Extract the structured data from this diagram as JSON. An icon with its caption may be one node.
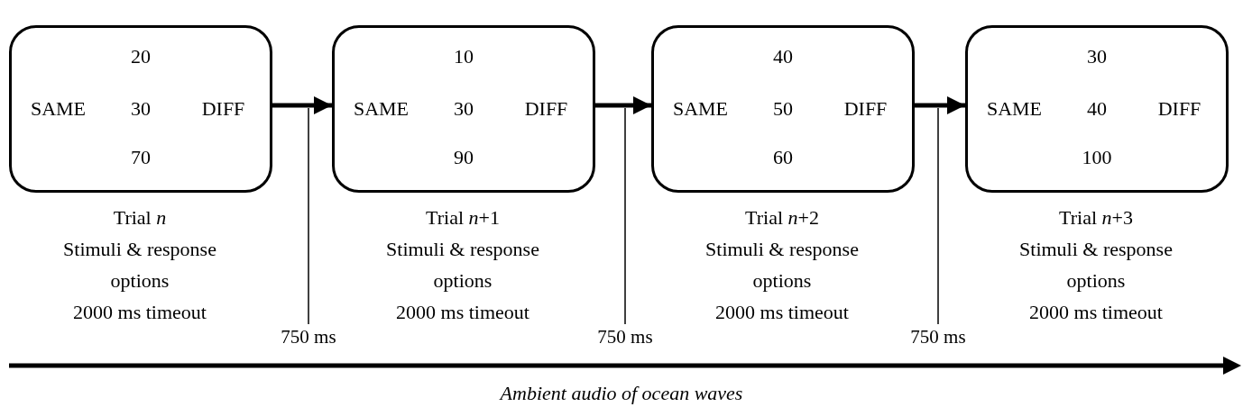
{
  "diagram": {
    "caption": "Ambient audio of ocean waves",
    "nodes": [
      {
        "text": [
          "20",
          "SAME",
          "30",
          "DIFF",
          "70"
        ],
        "beside": [
          "Trial *n*",
          "Stimuli & response options",
          "2000 ms timeout"
        ]
      },
      {
        "text": [
          "10",
          "SAME",
          "30",
          "DIFF",
          "90"
        ],
        "beside": [
          "Trial *n*+1",
          "Stimuli & response options",
          "2000 ms timeout"
        ]
      },
      {
        "text": [
          "40",
          "SAME",
          "50",
          "DIFF",
          "60"
        ],
        "beside": [
          "Trial *n*+2",
          "Stimuli & response options",
          "2000 ms timeout"
        ]
      },
      {
        "text": [
          "30",
          "SAME",
          "40",
          "DIFF",
          "100"
        ],
        "beside": [
          "Trial *n*+3",
          "Stimuli & response options",
          "2000 ms timeout"
        ]
      }
    ],
    "edges": [
      {
        "from": 0,
        "to": 1,
        "arrow": "to"
      },
      {
        "from": 1,
        "to": 2,
        "arrow": "to"
      },
      {
        "from": 2,
        "to": 3,
        "arrow": "to"
      }
    ],
    "labels": [
      "750 ms",
      "750 ms",
      "750 ms"
    ]
  }
}
